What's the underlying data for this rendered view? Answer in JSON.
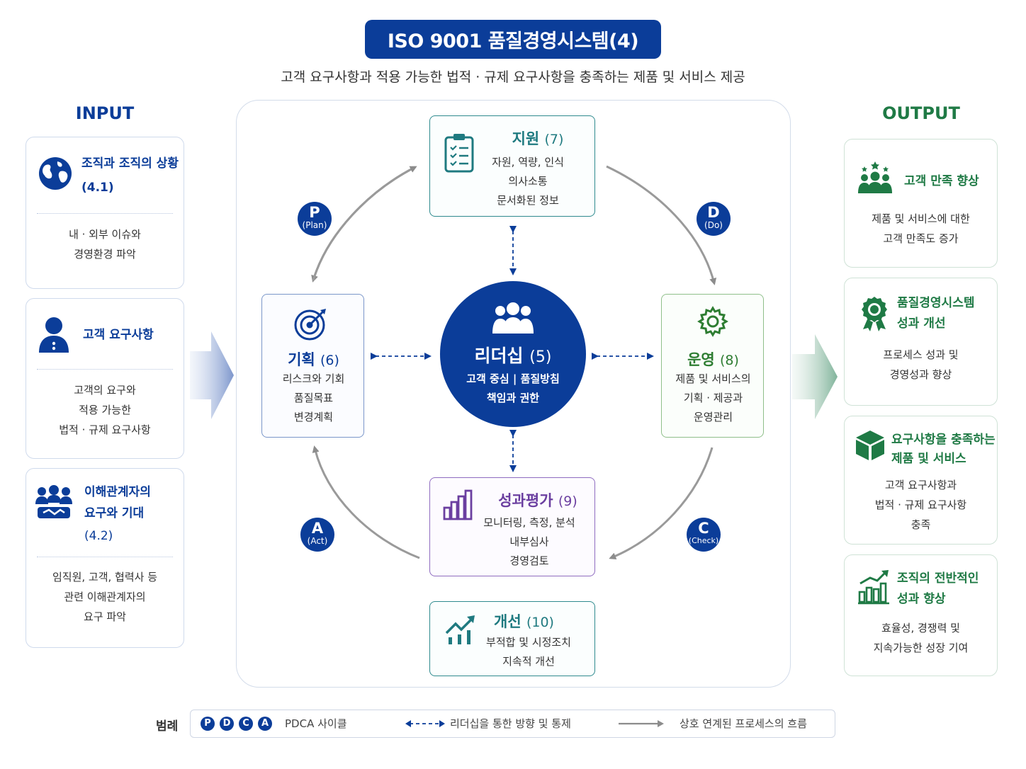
{
  "title": "ISO 9001 품질경영시스템(4)",
  "subtitle": "고객 요구사항과 적용 가능한 법적 · 규제 요구사항을 충족하는 제품 및 서비스 제공",
  "input": {
    "heading": "INPUT",
    "cards": [
      {
        "icon": "globe-icon",
        "title": [
          "조직과 조직의 상황",
          "(4.1)"
        ],
        "body": [
          "내 · 외부 이슈와",
          "경영환경 파악"
        ]
      },
      {
        "icon": "person-icon",
        "title": [
          "고객 요구사항"
        ],
        "body": [
          "고객의 요구와",
          "적용 가능한",
          "법적 · 규제 요구사항"
        ]
      },
      {
        "icon": "stakeholders-icon",
        "title": [
          "이해관계자의",
          "요구와 기대",
          "(4.2)"
        ],
        "body": [
          "임직원, 고객, 협력사 등",
          "관련 이해관계자의",
          "요구 파악"
        ]
      }
    ]
  },
  "output": {
    "heading": "OUTPUT",
    "cards": [
      {
        "icon": "satisfied-customers-icon",
        "title": [
          "고객 만족 향상"
        ],
        "body": [
          "제품 및 서비스에 대한",
          "고객 만족도 증가"
        ]
      },
      {
        "icon": "award-icon",
        "title": [
          "품질경영시스템",
          "성과 개선"
        ],
        "body": [
          "프로세스 성과 및",
          "경영성과 향상"
        ]
      },
      {
        "icon": "box-icon",
        "title": [
          "요구사항을 충족하는",
          "제품 및 서비스"
        ],
        "body": [
          "고객 요구사항과",
          "법적 · 규제 요구사항",
          "충족"
        ]
      },
      {
        "icon": "growth-chart-icon",
        "title": [
          "조직의 전반적인",
          "성과 향상"
        ],
        "body": [
          "효율성, 경쟁력 및",
          "지속가능한 성장 기여"
        ]
      }
    ]
  },
  "processes": {
    "support": {
      "title": "지원",
      "num": "(7)",
      "body": [
        "자원, 역량, 인식",
        "의사소통",
        "문서화된 정보"
      ]
    },
    "planning": {
      "title": "기획",
      "num": "(6)",
      "body": [
        "리스크와 기회",
        "품질목표",
        "변경계획"
      ]
    },
    "operation": {
      "title": "운영",
      "num": "(8)",
      "body": [
        "제품 및 서비스의",
        "기획 · 제공과",
        "운영관리"
      ]
    },
    "evaluation": {
      "title": "성과평가",
      "num": "(9)",
      "body": [
        "모니터링, 측정, 분석",
        "내부심사",
        "경영검토"
      ]
    },
    "improvement": {
      "title": "개선",
      "num": "(10)",
      "body": [
        "부적합 및 시정조치",
        "지속적 개선"
      ]
    },
    "leadership": {
      "title": "리더십",
      "num": "(5)",
      "line1": "고객 중심 | 품질방침",
      "line2": "책임과 권한"
    }
  },
  "pdca": {
    "plan": {
      "letter": "P",
      "word": "(Plan)"
    },
    "do": {
      "letter": "D",
      "word": "(Do)"
    },
    "check": {
      "letter": "C",
      "word": "(Check)"
    },
    "act": {
      "letter": "A",
      "word": "(Act)"
    }
  },
  "legend": {
    "label": "범례",
    "letters": [
      "P",
      "D",
      "C",
      "A"
    ],
    "pdca_text": "PDCA 사이클",
    "dashed_text": "리더십을 통한 방향 및 통제",
    "solid_text": "상호 연계된 프로세스의 흐름"
  },
  "colors": {
    "navy": "#0b3d99",
    "green": "#1f7a45",
    "teal": "#1f7a80",
    "purple": "#6b3fa0",
    "operation_green": "#2e7d32"
  }
}
